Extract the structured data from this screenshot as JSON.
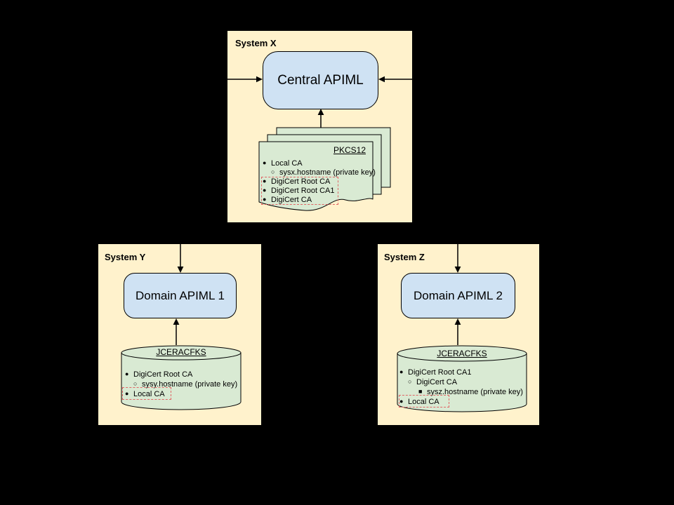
{
  "colors": {
    "background": "#000000",
    "system_box": "#FFF2CC",
    "apiml_node": "#CFE2F3",
    "keystore": "#D9EAD3",
    "highlight": "#E06666",
    "line": "#000000"
  },
  "system_x": {
    "title": "System X",
    "node_label": "Central APIML",
    "keystore": {
      "title": "PKCS12",
      "items": [
        {
          "marker": "●",
          "text": "Local CA"
        },
        {
          "marker": "○",
          "text": "sysx.hostname (private key)"
        },
        {
          "marker": "●",
          "text": "DigiCert Root CA"
        },
        {
          "marker": "●",
          "text": "DigiCert Root CA1"
        },
        {
          "marker": "●",
          "text": "DigiCert CA"
        }
      ]
    }
  },
  "system_y": {
    "title": "System Y",
    "node_label": "Domain APIML 1",
    "keystore": {
      "title": "JCERACFKS",
      "items": [
        {
          "marker": "●",
          "text": "DigiCert Root CA"
        },
        {
          "marker": "○",
          "text": "sysy.hostname (private key)"
        },
        {
          "marker": "●",
          "text": "Local CA"
        }
      ]
    }
  },
  "system_z": {
    "title": "System Z",
    "node_label": "Domain APIML 2",
    "keystore": {
      "title": "JCERACFKS",
      "items": [
        {
          "marker": "●",
          "text": "DigiCert Root CA1"
        },
        {
          "marker": "○",
          "text": "DigiCert CA"
        },
        {
          "marker": "■",
          "text": "sysz.hostname (private key)"
        },
        {
          "marker": "●",
          "text": "Local CA"
        }
      ]
    }
  }
}
